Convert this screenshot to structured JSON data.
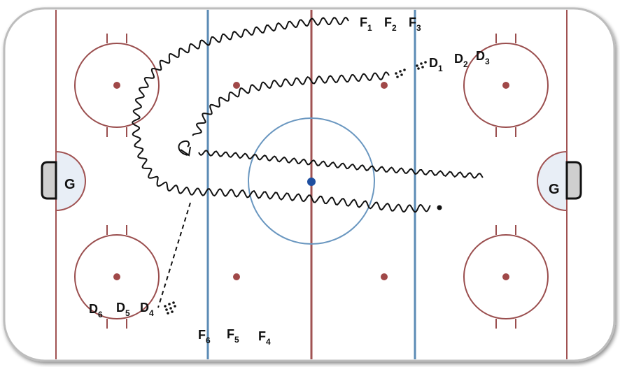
{
  "goalies": {
    "left": "G",
    "right": "G"
  },
  "forwards_top": [
    {
      "letter": "F",
      "num": "1"
    },
    {
      "letter": "F",
      "num": "2"
    },
    {
      "letter": "F",
      "num": "3"
    }
  ],
  "defense_top": [
    {
      "letter": "D",
      "num": "1"
    },
    {
      "letter": "D",
      "num": "2"
    },
    {
      "letter": "D",
      "num": "3"
    }
  ],
  "defense_bottom": [
    {
      "letter": "D",
      "num": "6"
    },
    {
      "letter": "D",
      "num": "5"
    },
    {
      "letter": "D",
      "num": "4"
    }
  ],
  "forwards_bottom": [
    {
      "letter": "F",
      "num": "6"
    },
    {
      "letter": "F",
      "num": "5"
    },
    {
      "letter": "F",
      "num": "4"
    }
  ],
  "colors": {
    "red_line": "#a05252",
    "blue_line": "#5b8bb5",
    "center_dot": "#1f4fa0",
    "circle_line": "#9a4e4e",
    "faceoff_dot": "#a04848",
    "crease_fill": "#e8eef6",
    "board": "#b8b8b8"
  }
}
